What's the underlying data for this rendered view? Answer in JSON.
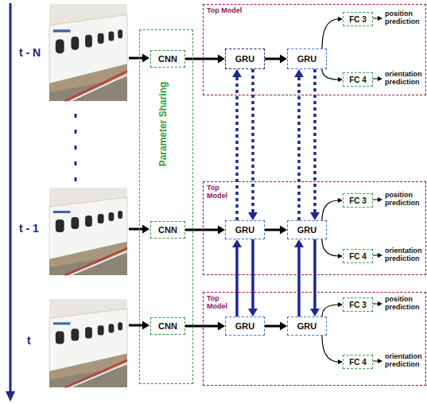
{
  "diagram": {
    "nodes": [
      {
        "text": [
          "Parameter Sharing"
        ]
      },
      {
        "text": [
          "CNN"
        ],
        "in": 0
      },
      {
        "text": [
          "Top Model"
        ]
      },
      {
        "text": [
          "GRU"
        ],
        "in": 2
      },
      {
        "text": [
          "GRU"
        ],
        "in": 2
      },
      {
        "text": [
          "FC 3"
        ],
        "in": 2
      },
      {
        "text": [
          "FC 4"
        ],
        "in": 2
      },
      {
        "text": [
          "CNN"
        ],
        "in": 0
      },
      {
        "text": [
          "Top Model"
        ]
      },
      {
        "text": [
          "GRU"
        ],
        "in": 8
      },
      {
        "text": [
          "GRU"
        ],
        "in": 8
      },
      {
        "text": [
          "FC 3"
        ],
        "in": 8
      },
      {
        "text": [
          "FC 4"
        ],
        "in": 8
      },
      {
        "text": [
          "CNN"
        ],
        "in": 0
      },
      {
        "text": [
          "Top Model"
        ]
      },
      {
        "text": [
          "GRU"
        ],
        "in": 14
      },
      {
        "text": [
          "GRU"
        ],
        "in": 14
      },
      {
        "text": [
          "FC 3"
        ],
        "in": 14
      },
      {
        "text": [
          "FC 4"
        ],
        "in": 14
      }
    ],
    "edges": [
      {
        "from": 1,
        "to": 3,
        "arrow": "to"
      },
      {
        "from": 3,
        "to": 4,
        "arrow": "to"
      },
      {
        "from": 4,
        "to": 5,
        "arrow": "to"
      },
      {
        "from": 4,
        "to": 6,
        "arrow": "to"
      },
      {
        "from": 7,
        "to": 9,
        "arrow": "to"
      },
      {
        "from": 9,
        "to": 10,
        "arrow": "to"
      },
      {
        "from": 10,
        "to": 11,
        "arrow": "to"
      },
      {
        "from": 10,
        "to": 12,
        "arrow": "to"
      },
      {
        "from": 13,
        "to": 15,
        "arrow": "to"
      },
      {
        "from": 15,
        "to": 16,
        "arrow": "to"
      },
      {
        "from": 16,
        "to": 17,
        "arrow": "to"
      },
      {
        "from": 16,
        "to": 18,
        "arrow": "to"
      },
      {
        "from": 9,
        "to": 3,
        "arrow": "to"
      },
      {
        "from": 3,
        "to": 9,
        "arrow": "to"
      },
      {
        "from": 10,
        "to": 4,
        "arrow": "to"
      },
      {
        "from": 4,
        "to": 10,
        "arrow": "to"
      },
      {
        "from": 15,
        "to": 9,
        "arrow": "to"
      },
      {
        "from": 9,
        "to": 15,
        "arrow": "to"
      },
      {
        "from": 16,
        "to": 10,
        "arrow": "to"
      },
      {
        "from": 10,
        "to": 16,
        "arrow": "to"
      }
    ],
    "labels": [
      "t - N",
      "position prediction",
      "orientation prediction",
      "t - 1",
      "position prediction",
      "orientation prediction",
      "t",
      "position prediction",
      "orientation prediction"
    ]
  }
}
